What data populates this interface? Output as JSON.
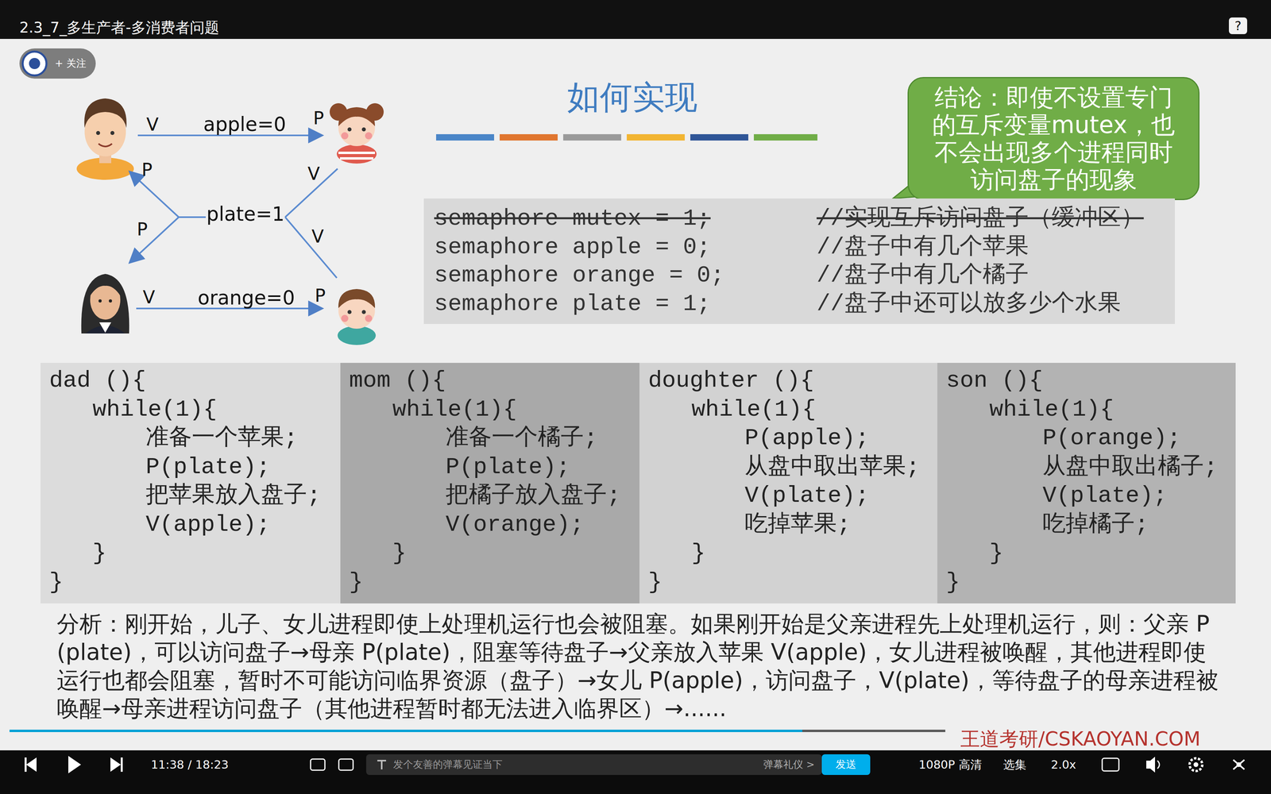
{
  "diagram": {
    "title": "如何实现",
    "nodes": [
      {
        "text": [
          "结论：即使不设置专门的互斥变量mutex，也不会出现多个进程同时访问盘子的现象"
        ]
      },
      {
        "text": [
          "semaphore mutex = 1;",
          "//实现互斥访问盘子（缓冲区）",
          "semaphore apple = 0;",
          "//盘子中有几个苹果",
          "semaphore orange = 0;",
          "//盘子中有几个橘子",
          "semaphore plate = 1;",
          "//盘子中还可以放多少个水果"
        ]
      },
      {
        "text": [
          "dad (){",
          "while(1){",
          "准备一个苹果;",
          "P(plate);",
          "把苹果放入盘子;",
          "V(apple);",
          "}",
          "}"
        ]
      },
      {
        "text": [
          "mom (){",
          "while(1){",
          "准备一个橘子;",
          "P(plate);",
          "把橘子放入盘子;",
          "V(orange);",
          "}",
          "}"
        ]
      },
      {
        "text": [
          "doughter (){",
          "while(1){",
          "P(apple);",
          "从盘中取出苹果;",
          "V(plate);",
          "吃掉苹果;",
          "}",
          "}"
        ]
      },
      {
        "text": [
          "son (){",
          "while(1){",
          "P(orange);",
          "从盘中取出橘子;",
          "V(plate);",
          "吃掉橘子;",
          "}",
          "}"
        ]
      }
    ],
    "labels": [
      "2.3_7_多生产者-多消费者问题",
      "?",
      "+ 关注",
      "V",
      "apple=0",
      "P",
      "P",
      "V",
      "plate=1",
      "P",
      "V",
      "V",
      "orange=0",
      "P",
      "分析：刚开始，儿子、女儿进程即使上处理机运行也会被阻塞。如果刚开始是父亲进程先上处理机运行，则：父亲 P(plate)，可以访问盘子→母亲 P(plate)，阻塞等待盘子→父亲放入苹果 V(apple)，女儿进程被唤醒，其他进程即使运行也都会阻塞，暂时不可能访问临界资源（盘子）→女儿 P(apple)，访问盘子，V(plate)，等待盘子的母亲进程被唤醒→母亲进程访问盘子（其他进程暂时都无法进入临界区）→......",
      "王道考研/CSKAOYAN.COM",
      "11:38 / 18:23",
      "发个友善的弹幕见证当下",
      "弹幕礼仪 >",
      "发送",
      "1080P 高清",
      "选集",
      "2.0x"
    ]
  }
}
